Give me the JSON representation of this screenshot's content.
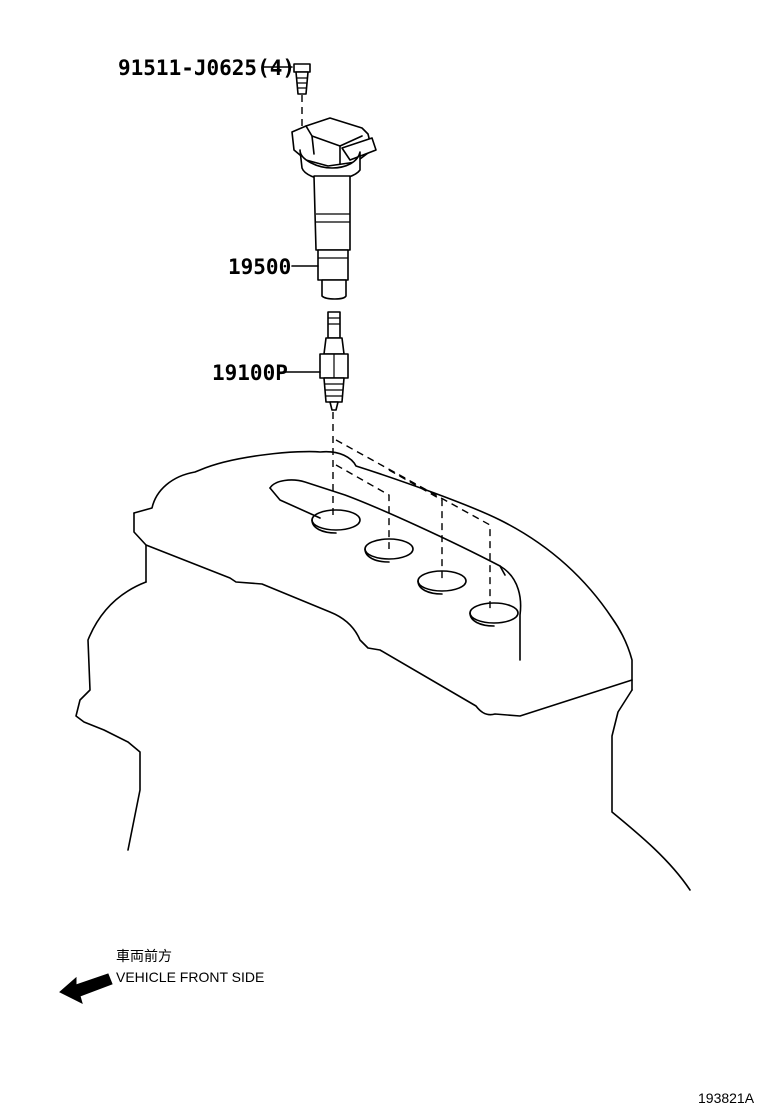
{
  "parts": {
    "bolt": "91511-J0625(4)",
    "ignition_coil": "19500",
    "spark_plug": "19100P"
  },
  "direction": {
    "label_jp": "車両前方",
    "label_en": "VEHICLE FRONT SIDE",
    "icon": "arrow-left-down-icon"
  },
  "diagram_id": "193821A"
}
